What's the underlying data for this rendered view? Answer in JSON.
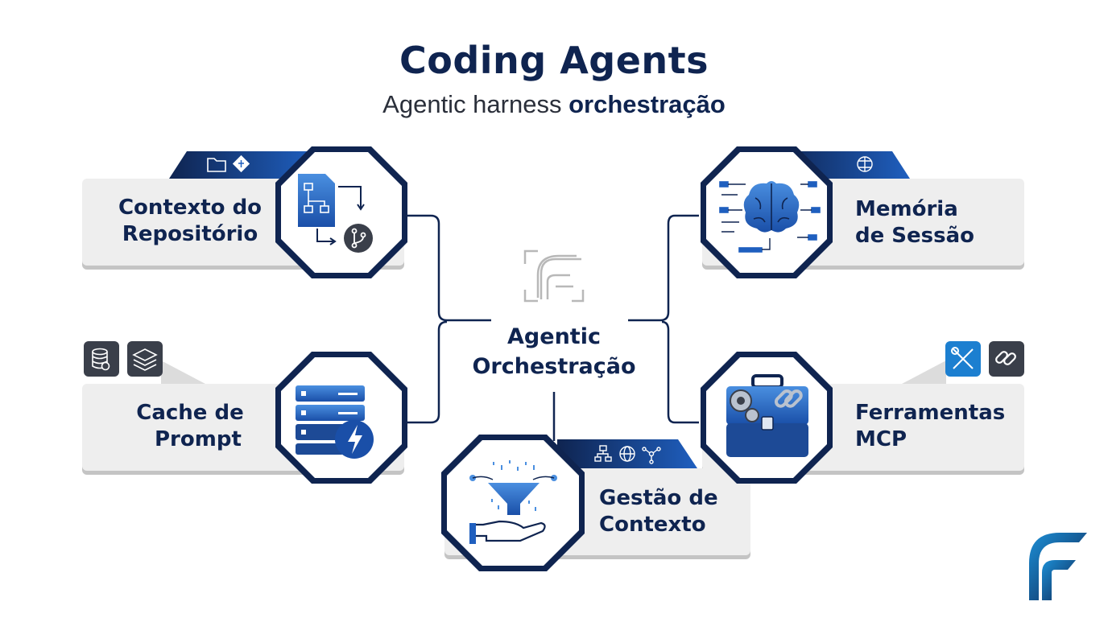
{
  "header": {
    "title": "Coding Agents",
    "subtitle_prefix": "Agentic harness",
    "subtitle_emphasis": "orchestração"
  },
  "center": {
    "line1": "Agentic",
    "line2": "Orchestração"
  },
  "nodes": {
    "repo": {
      "line1": "Contexto do",
      "line2": "Repositório"
    },
    "cache": {
      "line1": "Cache de",
      "line2": "Prompt"
    },
    "memory": {
      "line1": "Memória",
      "line2": "de Sessão"
    },
    "tools": {
      "line1": "Ferramentas",
      "line2": "MCP"
    },
    "context": {
      "line1": "Gestão de",
      "line2": "Contexto"
    }
  },
  "colors": {
    "navy": "#0f2450",
    "blue": "#1f5fbf",
    "cyan": "#1c8fd6",
    "card": "#eeeeee"
  },
  "icons": [
    "folder-icon",
    "git-icon",
    "database-icon",
    "layers-icon",
    "brain-icon",
    "wrench-icon",
    "link-icon",
    "sitemap-icon",
    "globe-icon",
    "network-icon",
    "flowchart-icon",
    "server-icon",
    "neural-brain-icon",
    "toolbox-icon",
    "funnel-hand-icon",
    "brand-logo"
  ]
}
